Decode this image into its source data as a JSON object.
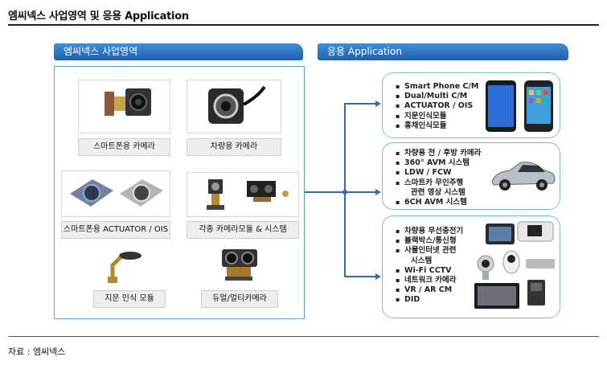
{
  "title": "엠씨넥스 사업영역 및 응용 Application",
  "source": "자료 : 엠씨넥스",
  "business": {
    "header": "엠씨넥스 사업영역",
    "items": [
      {
        "label": "스마트폰용 카메라"
      },
      {
        "label": "차량용 카메라"
      },
      {
        "label": "스마트폰용 ACTUATOR / OIS"
      },
      {
        "label": "각종 카메라모듈 & 시스템"
      },
      {
        "label": "지문 인식 모듈"
      },
      {
        "label": "듀얼/멀티카메라"
      }
    ]
  },
  "application": {
    "header": "응용 Application",
    "groups": [
      {
        "items": [
          "Smart Phone C/M",
          "Dual/Multi C/M",
          "ACTUATOR / OIS",
          "지문인식모듈",
          "홍채인식모듈"
        ]
      },
      {
        "items": [
          "차량용 전 / 후방 카메라",
          "360° AVM 시스템",
          "LDW / FCW",
          "스마트카 무인주행",
          "관련 영상 시스템",
          "6CH AVM 시스템"
        ]
      },
      {
        "items": [
          "차량용 무선충전기",
          "블랙박스/통신형",
          "사물인터넷 관련",
          "시스템",
          "Wi-Fi CCTV",
          "네트워크 카메라",
          "VR / AR CM",
          "DID"
        ]
      }
    ]
  },
  "colors": {
    "header_blue": "#2b73c4",
    "connector": "#2e6db4",
    "panel_border": "#5aa0d6",
    "app_border": "#7cc0d8"
  }
}
